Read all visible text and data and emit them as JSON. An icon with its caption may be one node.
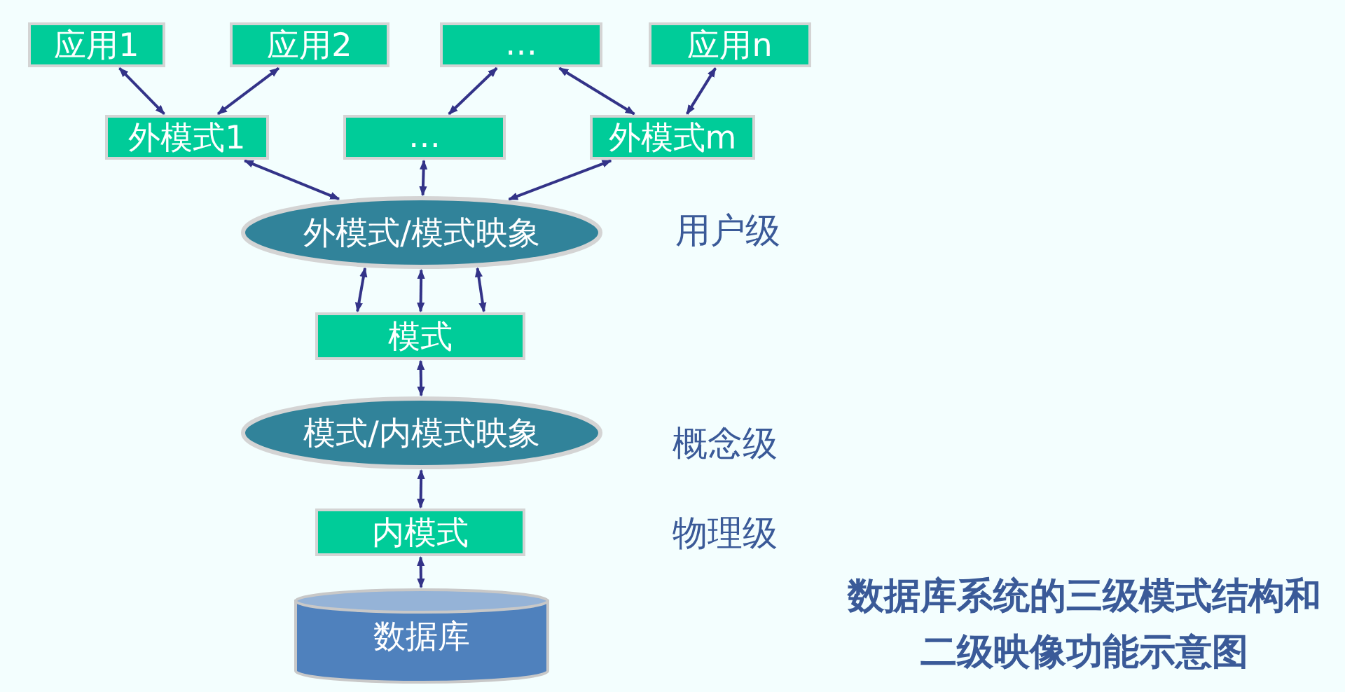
{
  "diagram": {
    "caption": "数据库系统的三级模式结构和二级映像功能示意图",
    "nodes": [
      {
        "text": [
          "应用1"
        ]
      },
      {
        "text": [
          "应用2"
        ]
      },
      {
        "text": [
          "…"
        ]
      },
      {
        "text": [
          "应用n"
        ]
      },
      {
        "text": [
          "外模式1"
        ]
      },
      {
        "text": [
          "…"
        ]
      },
      {
        "text": [
          "外模式m"
        ]
      },
      {
        "text": [
          "外模式/模式映象"
        ]
      },
      {
        "text": [
          "模式"
        ]
      },
      {
        "text": [
          "模式/内模式映象"
        ]
      },
      {
        "text": [
          "内模式"
        ]
      },
      {
        "text": [
          "数据库"
        ]
      }
    ],
    "edges": [
      {
        "from": 0,
        "to": 4,
        "arrow": "both"
      },
      {
        "from": 1,
        "to": 4,
        "arrow": "both"
      },
      {
        "from": 2,
        "to": 5,
        "arrow": "both"
      },
      {
        "from": 2,
        "to": 6,
        "arrow": "both"
      },
      {
        "from": 3,
        "to": 6,
        "arrow": "both"
      },
      {
        "from": 4,
        "to": 7,
        "arrow": "both"
      },
      {
        "from": 5,
        "to": 7,
        "arrow": "both"
      },
      {
        "from": 6,
        "to": 7,
        "arrow": "both"
      },
      {
        "from": 7,
        "to": 8,
        "arrow": "both"
      },
      {
        "from": 7,
        "to": 8,
        "arrow": "both"
      },
      {
        "from": 7,
        "to": 8,
        "arrow": "both"
      },
      {
        "from": 8,
        "to": 9,
        "arrow": "both"
      },
      {
        "from": 9,
        "to": 10,
        "arrow": "both"
      },
      {
        "from": 10,
        "to": 11,
        "arrow": "both"
      }
    ],
    "labels": [
      "用户级",
      "概念级",
      "物理级"
    ]
  }
}
